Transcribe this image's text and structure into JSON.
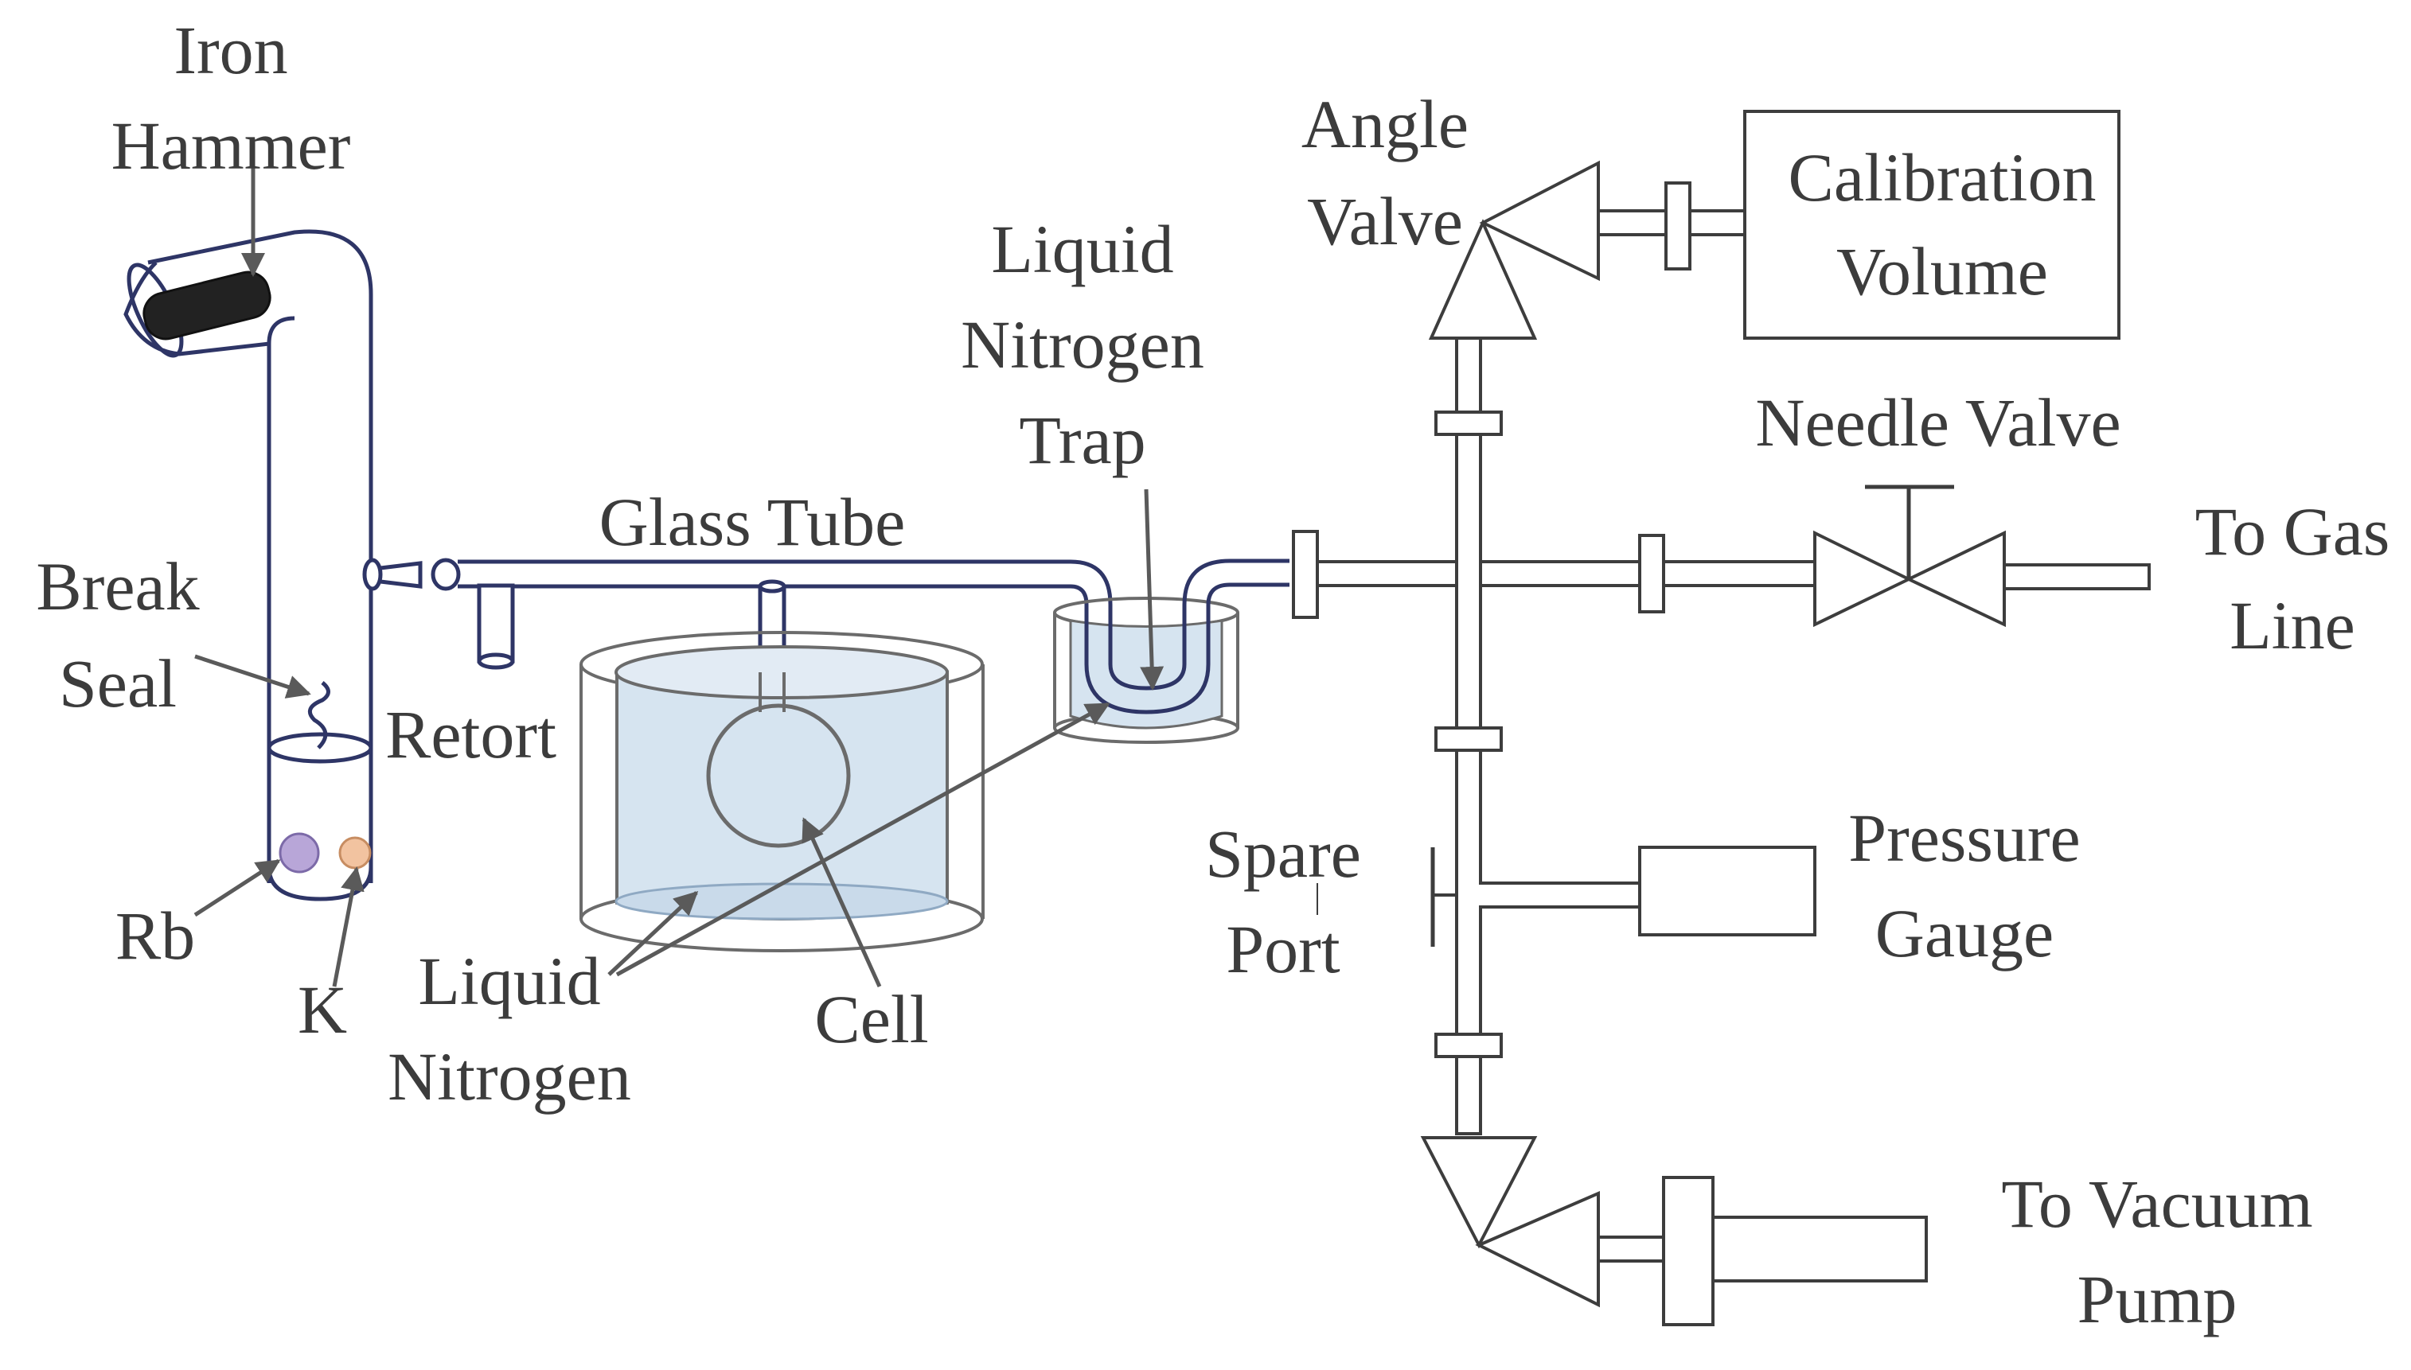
{
  "labels": {
    "iron_hammer": [
      "Iron",
      "Hammer"
    ],
    "break_seal": [
      "Break",
      "Seal"
    ],
    "retort": "Retort",
    "rb": "Rb",
    "k": "K",
    "glass_tube": "Glass Tube",
    "liquid_nitrogen_trap": [
      "Liquid",
      "Nitrogen",
      "Trap"
    ],
    "liquid_nitrogen": [
      "Liquid",
      "Nitrogen"
    ],
    "cell": "Cell",
    "angle_valve": [
      "Angle",
      "Valve"
    ],
    "calibration_volume": [
      "Calibration",
      "Volume"
    ],
    "needle_valve": "Needle Valve",
    "to_gas_line": [
      "To Gas",
      "Line"
    ],
    "spare_port": [
      "Spare",
      "Port"
    ],
    "pressure_gauge": [
      "Pressure",
      "Gauge"
    ],
    "to_vacuum_pump": [
      "To Vacuum",
      "Pump"
    ]
  },
  "colors": {
    "liquid_nitrogen_fill": "#d6e4f0",
    "rubidium": "#b8a6d8",
    "potassium": "#f2c3a0",
    "hammer": "#222222",
    "glass_outline": "#2e3566"
  }
}
